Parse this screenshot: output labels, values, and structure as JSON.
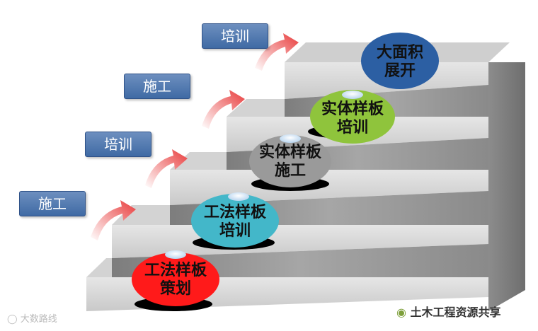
{
  "tags": [
    "施工",
    "培训",
    "施工",
    "培训"
  ],
  "steps": [
    {
      "lines": [
        "工法样板",
        "策划"
      ],
      "color": "#ff1a1a"
    },
    {
      "lines": [
        "工法样板",
        "培训"
      ],
      "color": "#43b7c9"
    },
    {
      "lines": [
        "实体样板",
        "施工"
      ],
      "color": "#9a9a9a"
    },
    {
      "lines": [
        "实体样板",
        "培训"
      ],
      "color": "#8fc43c"
    },
    {
      "lines": [
        "大面积",
        "展开"
      ],
      "color": "#2c5fa3"
    }
  ],
  "watermark": "大数路线",
  "footer": "土木工程资源共享",
  "colors": {
    "tag": "#4a72ab",
    "stair_top": "#d9d9d9",
    "stair_front": "#9a9a9a",
    "arrow": "#ee4a4a"
  }
}
